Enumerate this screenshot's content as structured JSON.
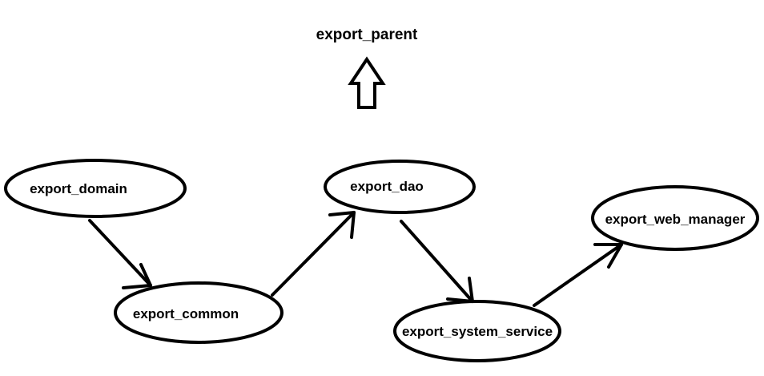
{
  "title": "export_parent",
  "nodes": {
    "domain": "export_domain",
    "common": "export_common",
    "dao": "export_dao",
    "system_service": "export_system_service",
    "web_manager": "export_web_manager"
  },
  "edges": [
    {
      "from": "domain",
      "to": "common"
    },
    {
      "from": "common",
      "to": "dao"
    },
    {
      "from": "dao",
      "to": "system_service"
    },
    {
      "from": "system_service",
      "to": "web_manager"
    }
  ],
  "colors": {
    "stroke": "#000000",
    "background": "#ffffff"
  }
}
